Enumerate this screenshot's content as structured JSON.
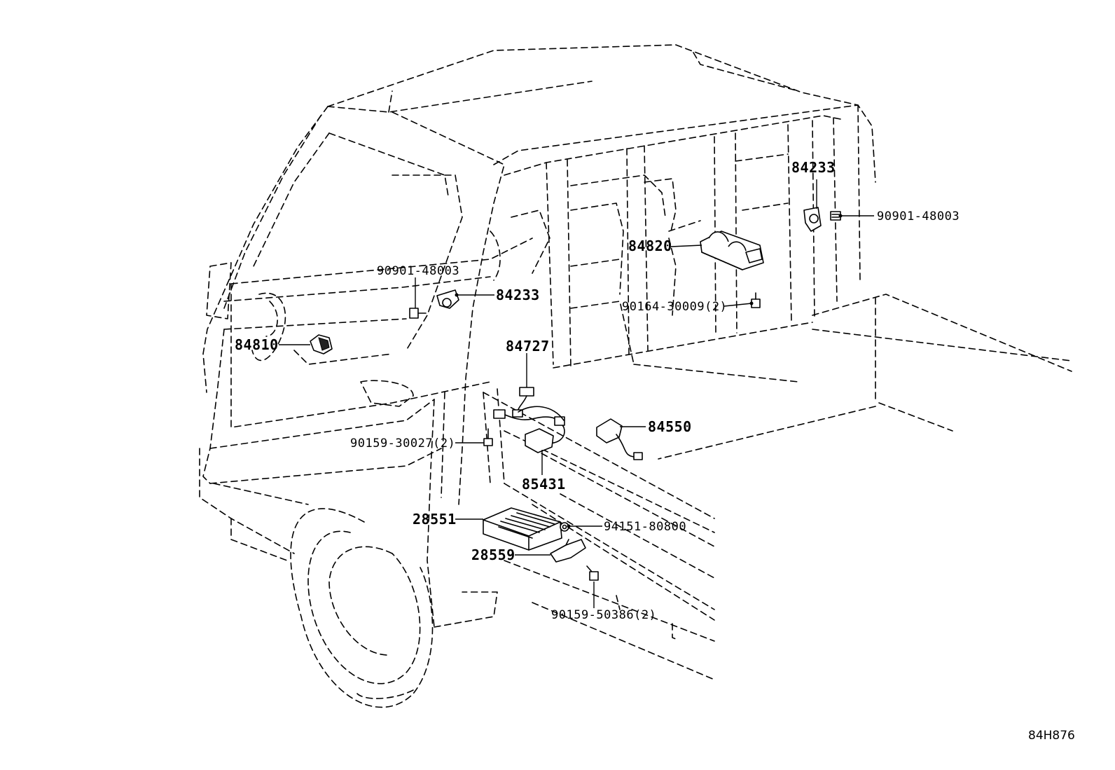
{
  "diagram_code": "84H876",
  "labels": {
    "p84233_right": "84233",
    "p90901_right": "90901-48003",
    "p84820": "84820",
    "p90164": "90164-30009(2)",
    "p90901_left": "90901-48003",
    "p84233_left": "84233",
    "p84810": "84810",
    "p84727": "84727",
    "p84550": "84550",
    "p90159a": "90159-30027(2)",
    "p85431": "85431",
    "p28551": "28551",
    "p94151": "94151-80800",
    "p28559": "28559",
    "p90159b": "90159-50386(2)"
  }
}
